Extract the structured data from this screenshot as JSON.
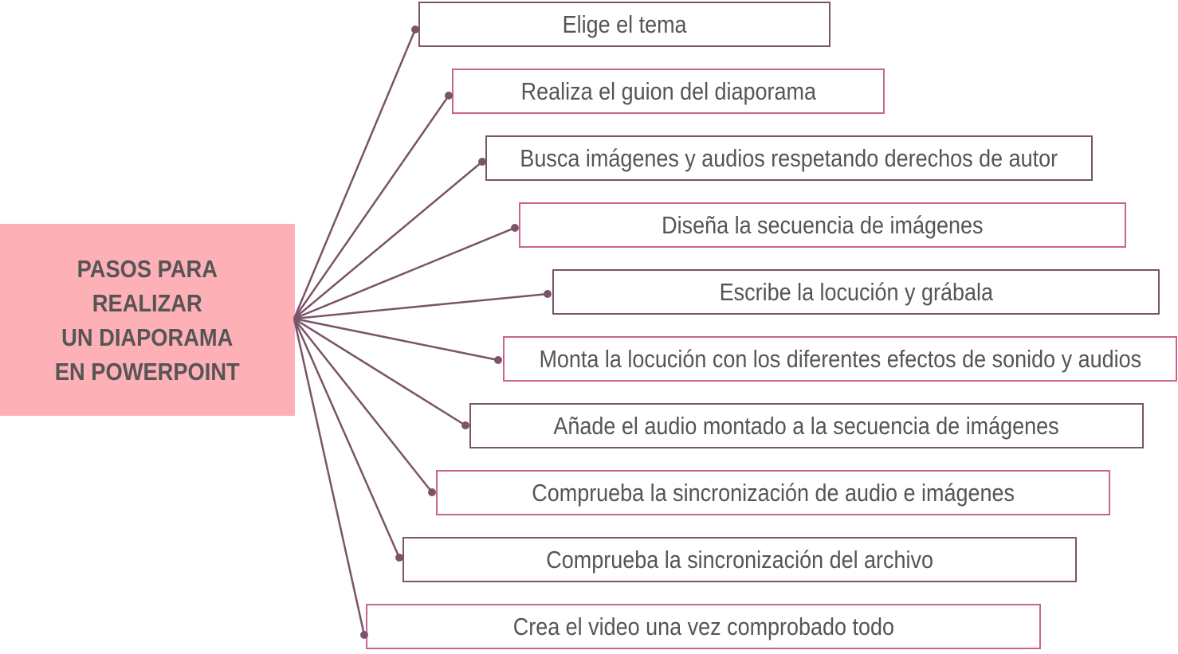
{
  "title": "PASOS PARA REALIZAR UN DIAPORAMA EN POWERPOINT",
  "title_lines": [
    "PASOS PARA",
    "REALIZAR",
    "UN DIAPORAMA",
    "EN POWERPOINT"
  ],
  "colors": {
    "hub_fill": "#feb0b7",
    "dark_border": "#7a5468",
    "pink_border": "#c8648f",
    "connector": "#7a5468",
    "text": "#555555"
  },
  "steps": [
    "Elige el tema",
    "Realiza el guion del diaporama",
    "Busca imágenes y audios respetando derechos de autor",
    "Diseña la secuencia de imágenes",
    "Escribe la locución y grábala",
    "Monta la locución con los diferentes efectos de sonido y audios",
    "Añade el audio montado a la secuencia de imágenes",
    "Comprueba la sincronización de audio e imágenes",
    "Comprueba la sincronización del archivo",
    "Crea el video una vez comprobado todo"
  ]
}
